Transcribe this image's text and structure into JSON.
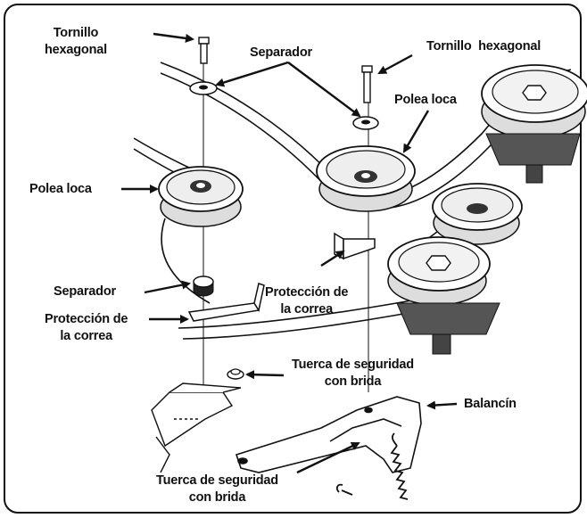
{
  "labels": {
    "tornillo_left": "Tornillo\nhexagonal",
    "separador_top": "Separador",
    "tornillo_right": "Tornillo  hexagonal",
    "polea_loca_right": "Polea loca",
    "polea_loca_left": "Polea loca",
    "separador_left": "Separador",
    "proteccion_center": "Protección de\nla correa",
    "proteccion_left": "Protección de\nla correa",
    "tuerca_right": "Tuerca de seguridad\ncon brida",
    "balancin": "Balancín",
    "tuerca_bottom": "Tuerca de seguridad\ncon brida"
  },
  "colors": {
    "ink": "#111111",
    "part_gray": "#d0d0d0",
    "dark_gray": "#555555"
  }
}
